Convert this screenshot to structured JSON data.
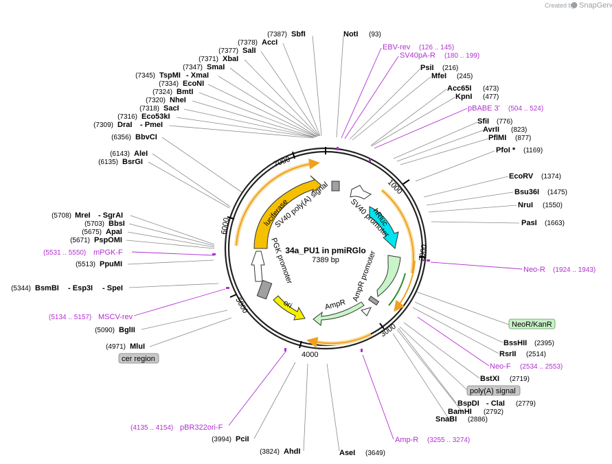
{
  "credit": {
    "prefix": "Created by",
    "brand": "SnapGene"
  },
  "plasmid": {
    "name": "34a_PU1 in pmiRGlo",
    "length_label": "7389 bp",
    "length": 7389
  },
  "ticks": [
    "1000",
    "2000",
    "3000",
    "4000",
    "5000",
    "6000",
    "7000"
  ],
  "sites": [
    {
      "name": "SbfI",
      "pos": "(7387)"
    },
    {
      "name": "AccI",
      "pos": "(7378)"
    },
    {
      "name": "SalI",
      "pos": "(7377)"
    },
    {
      "name": "XbaI",
      "pos": "(7371)"
    },
    {
      "name": "SmaI",
      "pos": "(7347)"
    },
    {
      "name": "TspMI",
      "alt": "XmaI",
      "pos": "(7345)"
    },
    {
      "name": "EcoNI",
      "pos": "(7334)"
    },
    {
      "name": "BmtI",
      "pos": "(7324)"
    },
    {
      "name": "NheI",
      "pos": "(7320)"
    },
    {
      "name": "SacI",
      "pos": "(7318)"
    },
    {
      "name": "Eco53kI",
      "pos": "(7316)"
    },
    {
      "name": "DraI",
      "alt": "PmeI",
      "pos": "(7309)"
    },
    {
      "name": "BbvCI",
      "pos": "(6356)"
    },
    {
      "name": "AleI",
      "pos": "(6143)"
    },
    {
      "name": "BsrGI",
      "pos": "(6135)"
    },
    {
      "name": "MreI",
      "alt": "SgrAI",
      "pos": "(5708)"
    },
    {
      "name": "BbsI",
      "pos": "(5703)"
    },
    {
      "name": "ApaI",
      "pos": "(5675)"
    },
    {
      "name": "PspOMI",
      "pos": "(5671)"
    },
    {
      "name": "PpuMI",
      "pos": "(5513)"
    },
    {
      "name": "BsmBI",
      "alt": "Esp3I",
      "alt2": "SpeI",
      "pos": "(5344)"
    },
    {
      "name": "BglII",
      "pos": "(5090)"
    },
    {
      "name": "MluI",
      "pos": "(4971)"
    },
    {
      "name": "PciI",
      "pos": "(3994)"
    },
    {
      "name": "AhdI",
      "pos": "(3824)"
    },
    {
      "name": "AseI",
      "pos": "(3649)"
    },
    {
      "name": "NotI",
      "pos": "(93)"
    },
    {
      "name": "PsiI",
      "pos": "(216)"
    },
    {
      "name": "MfeI",
      "pos": "(245)"
    },
    {
      "name": "Acc65I",
      "pos": "(473)"
    },
    {
      "name": "KpnI",
      "pos": "(477)"
    },
    {
      "name": "SfiI",
      "pos": "(776)"
    },
    {
      "name": "AvrII",
      "pos": "(823)"
    },
    {
      "name": "PflMI",
      "pos": "(877)"
    },
    {
      "name": "PfoI *",
      "pos": "(1169)"
    },
    {
      "name": "EcoRV",
      "pos": "(1374)"
    },
    {
      "name": "Bsu36I",
      "pos": "(1475)"
    },
    {
      "name": "NruI",
      "pos": "(1550)"
    },
    {
      "name": "PasI",
      "pos": "(1663)"
    },
    {
      "name": "BssHII",
      "pos": "(2395)"
    },
    {
      "name": "RsrII",
      "pos": "(2514)"
    },
    {
      "name": "BstXI",
      "pos": "(2719)"
    },
    {
      "name": "BspDI",
      "alt": "ClaI",
      "pos": "(2779)"
    },
    {
      "name": "BamHI",
      "pos": "(2792)"
    },
    {
      "name": "SnaBI",
      "pos": "(2886)"
    }
  ],
  "primers": [
    {
      "name": "EBV-rev",
      "range": "(126 .. 145)"
    },
    {
      "name": "SV40pA-R",
      "range": "(180 .. 199)"
    },
    {
      "name": "pBABE 3'",
      "range": "(504 .. 524)"
    },
    {
      "name": "Neo-R",
      "range": "(1924 .. 1943)"
    },
    {
      "name": "Neo-F",
      "range": "(2534 .. 2553)"
    },
    {
      "name": "Amp-R",
      "range": "(3255 .. 3274)"
    },
    {
      "name": "pBR322ori-F",
      "range": "(4135 .. 4154)"
    },
    {
      "name": "MSCV-rev",
      "range": "(5134 .. 5157)"
    },
    {
      "name": "mPGK-F",
      "range": "(5531 .. 5550)"
    }
  ],
  "badges": [
    {
      "label": "NeoR/KanR",
      "color": "#c8f0c8"
    },
    {
      "label": "poly(A) signal",
      "color": "#c8c8c8"
    },
    {
      "label": "cer region",
      "color": "#c8c8c8"
    }
  ],
  "features": [
    {
      "label": "luciferase",
      "color": "#f5c000"
    },
    {
      "label": "SV40 poly(A) signal",
      "color": "#a0a0a0"
    },
    {
      "label": "SV40 promoter",
      "color": "#ffffff"
    },
    {
      "label": "hRluc",
      "color": "#00e5f0"
    },
    {
      "label": "AmpR promoter",
      "color": "#c8f5c8"
    },
    {
      "label": "AmpR",
      "color": "#c8f5c8"
    },
    {
      "label": "ori",
      "color": "#f5f000"
    },
    {
      "label": "PGK promoter",
      "color": "#ffffff"
    }
  ],
  "colors": {
    "primer": "#b02fd0",
    "orf": "#f0a020",
    "orf_halo": "#f8e0a8",
    "ring": "#222222"
  }
}
